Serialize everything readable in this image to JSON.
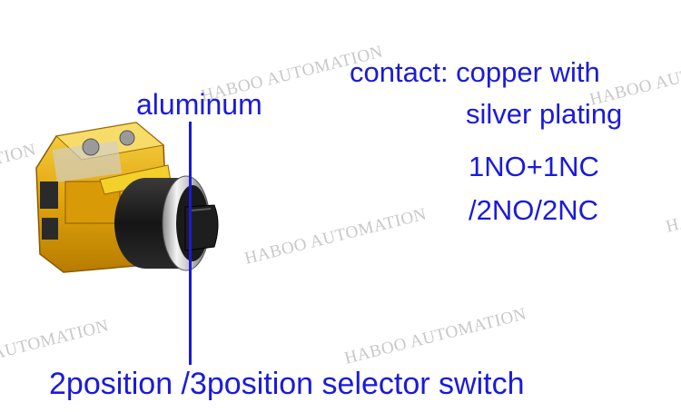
{
  "watermark_text": "HABOO AUTOMATION",
  "watermark_fragment_right": "HABOO AUTOMATION",
  "watermark_fragment_left": "AUTOMATION",
  "label_aluminum": "aluminum",
  "label_contact_line1": "contact: copper with",
  "label_contact_line2": "silver plating",
  "label_config_line1": "1NO+1NC",
  "label_config_line2": "/2NO/2NC",
  "label_bottom": "2position /3position selector switch",
  "colors": {
    "text_blue": "#1a1adc",
    "watermark_gray": "#c8c8c8",
    "contact_block_yellow": "#e6b800",
    "bezel_black": "#1c1c1c",
    "ring_chrome": "#d8d8d8"
  }
}
